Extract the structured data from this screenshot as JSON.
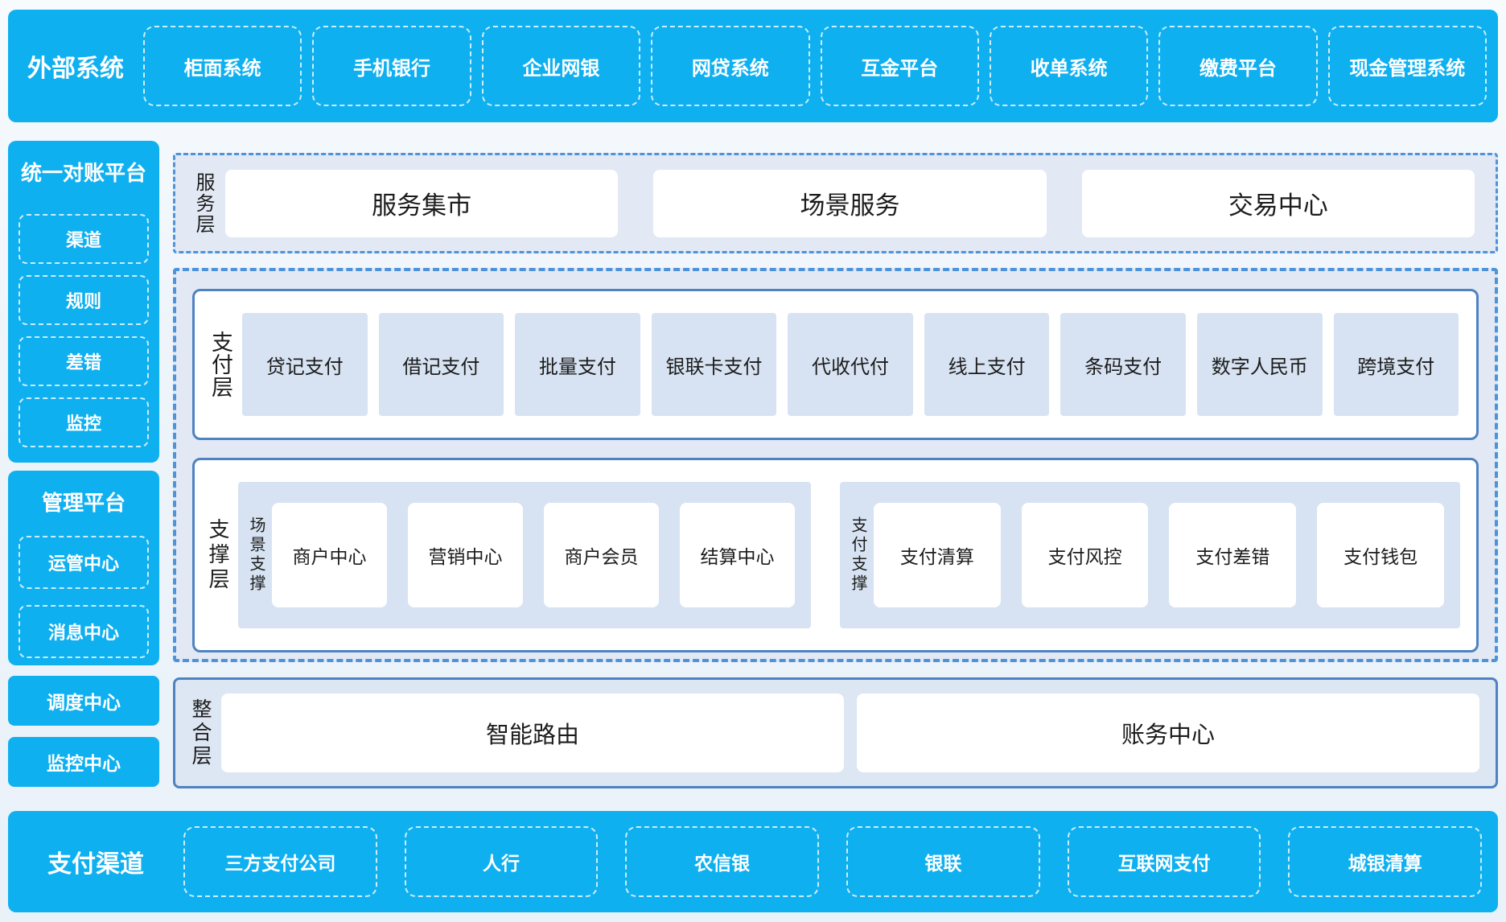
{
  "colors": {
    "blue": "#0fb0f0",
    "white-dash": "rgba(255,255,255,0.78)",
    "layer-fill": "#e2e9f4",
    "panel-fill": "#d7e3f2",
    "panel-fill2": "#dde6f3",
    "dash-border": "#4e93d9",
    "solid-border": "#4e82c2"
  },
  "external_systems": {
    "label": "外部系统",
    "items": [
      "柜面系统",
      "手机银行",
      "企业网银",
      "网贷系统",
      "互金平台",
      "收单系统",
      "缴费平台",
      "现金管理系统"
    ]
  },
  "left_sidebar": {
    "reconciliation": {
      "title": "统一对账平台",
      "items": [
        "渠道",
        "规则",
        "差错",
        "监控"
      ]
    },
    "management": {
      "title": "管理平台",
      "items": [
        "运管中心",
        "消息中心"
      ]
    },
    "dispatch_center": "调度中心",
    "monitor_center": "监控中心"
  },
  "service_layer": {
    "label": "服务层",
    "items": [
      "服务集市",
      "场景服务",
      "交易中心"
    ]
  },
  "payment_layer": {
    "label": "支付层",
    "items": [
      "贷记支付",
      "借记支付",
      "批量支付",
      "银联卡支付",
      "代收代付",
      "线上支付",
      "条码支付",
      "数字人民币",
      "跨境支付"
    ]
  },
  "support_layer": {
    "label": "支撑层",
    "groups": [
      {
        "label": "场景支撑",
        "items": [
          "商户中心",
          "营销中心",
          "商户会员",
          "结算中心"
        ]
      },
      {
        "label": "支付支撑",
        "items": [
          "支付清算",
          "支付风控",
          "支付差错",
          "支付钱包"
        ]
      }
    ]
  },
  "integration_layer": {
    "label": "整合层",
    "items": [
      "智能路由",
      "账务中心"
    ]
  },
  "payment_channels": {
    "label": "支付渠道",
    "items": [
      "三方支付公司",
      "人行",
      "农信银",
      "银联",
      "互联网支付",
      "城银清算"
    ]
  }
}
